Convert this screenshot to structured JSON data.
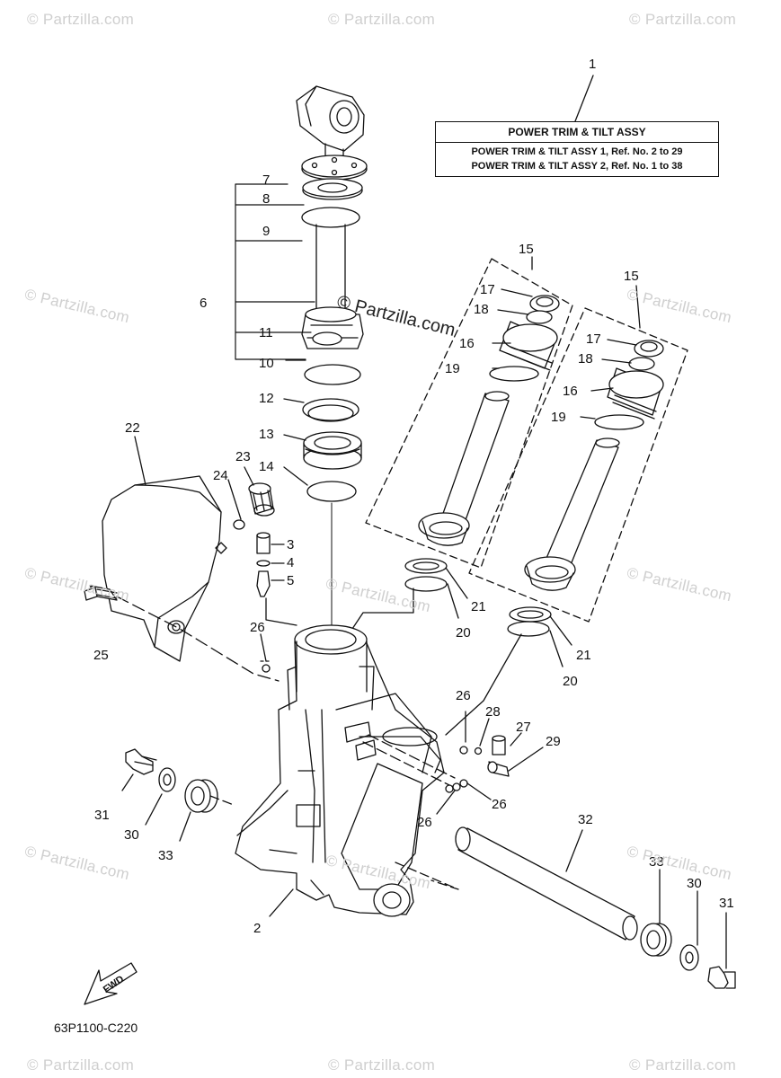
{
  "legend": {
    "title": "POWER TRIM  &  TILT ASSY",
    "line1": "POWER TRIM & TILT ASSY 1,  Ref. No. 2 to 29",
    "line2": "POWER TRIM & TILT ASSY 2,  Ref. No. 1 to 38"
  },
  "callouts": [
    {
      "id": "c1",
      "text": "1"
    },
    {
      "id": "c2",
      "text": "2"
    },
    {
      "id": "c3",
      "text": "3"
    },
    {
      "id": "c4",
      "text": "4"
    },
    {
      "id": "c5",
      "text": "5"
    },
    {
      "id": "c6",
      "text": "6"
    },
    {
      "id": "c7",
      "text": "7"
    },
    {
      "id": "c8",
      "text": "8"
    },
    {
      "id": "c9",
      "text": "9"
    },
    {
      "id": "c10",
      "text": "10"
    },
    {
      "id": "c11",
      "text": "11"
    },
    {
      "id": "c12",
      "text": "12"
    },
    {
      "id": "c13",
      "text": "13"
    },
    {
      "id": "c14",
      "text": "14"
    },
    {
      "id": "c15a",
      "text": "15"
    },
    {
      "id": "c15b",
      "text": "15"
    },
    {
      "id": "c16a",
      "text": "16"
    },
    {
      "id": "c16b",
      "text": "16"
    },
    {
      "id": "c17a",
      "text": "17"
    },
    {
      "id": "c17b",
      "text": "17"
    },
    {
      "id": "c18a",
      "text": "18"
    },
    {
      "id": "c18b",
      "text": "18"
    },
    {
      "id": "c19a",
      "text": "19"
    },
    {
      "id": "c19b",
      "text": "19"
    },
    {
      "id": "c20a",
      "text": "20"
    },
    {
      "id": "c20b",
      "text": "20"
    },
    {
      "id": "c21a",
      "text": "21"
    },
    {
      "id": "c21b",
      "text": "21"
    },
    {
      "id": "c22",
      "text": "22"
    },
    {
      "id": "c23",
      "text": "23"
    },
    {
      "id": "c24",
      "text": "24"
    },
    {
      "id": "c25",
      "text": "25"
    },
    {
      "id": "c26a",
      "text": "26"
    },
    {
      "id": "c26b",
      "text": "26"
    },
    {
      "id": "c26c",
      "text": "26"
    },
    {
      "id": "c26d",
      "text": "26"
    },
    {
      "id": "c27",
      "text": "27"
    },
    {
      "id": "c28",
      "text": "28"
    },
    {
      "id": "c29",
      "text": "29"
    },
    {
      "id": "c30a",
      "text": "30"
    },
    {
      "id": "c30b",
      "text": "30"
    },
    {
      "id": "c31a",
      "text": "31"
    },
    {
      "id": "c31b",
      "text": "31"
    },
    {
      "id": "c32",
      "text": "32"
    },
    {
      "id": "c33a",
      "text": "33"
    },
    {
      "id": "c33b",
      "text": "33"
    }
  ],
  "fwd_label": "FWD",
  "diagram_code": "63P1100-C220",
  "watermark": "© Partzilla.com",
  "colors": {
    "line": "#111111",
    "watermark": "#cfcfcf",
    "background": "#ffffff"
  }
}
